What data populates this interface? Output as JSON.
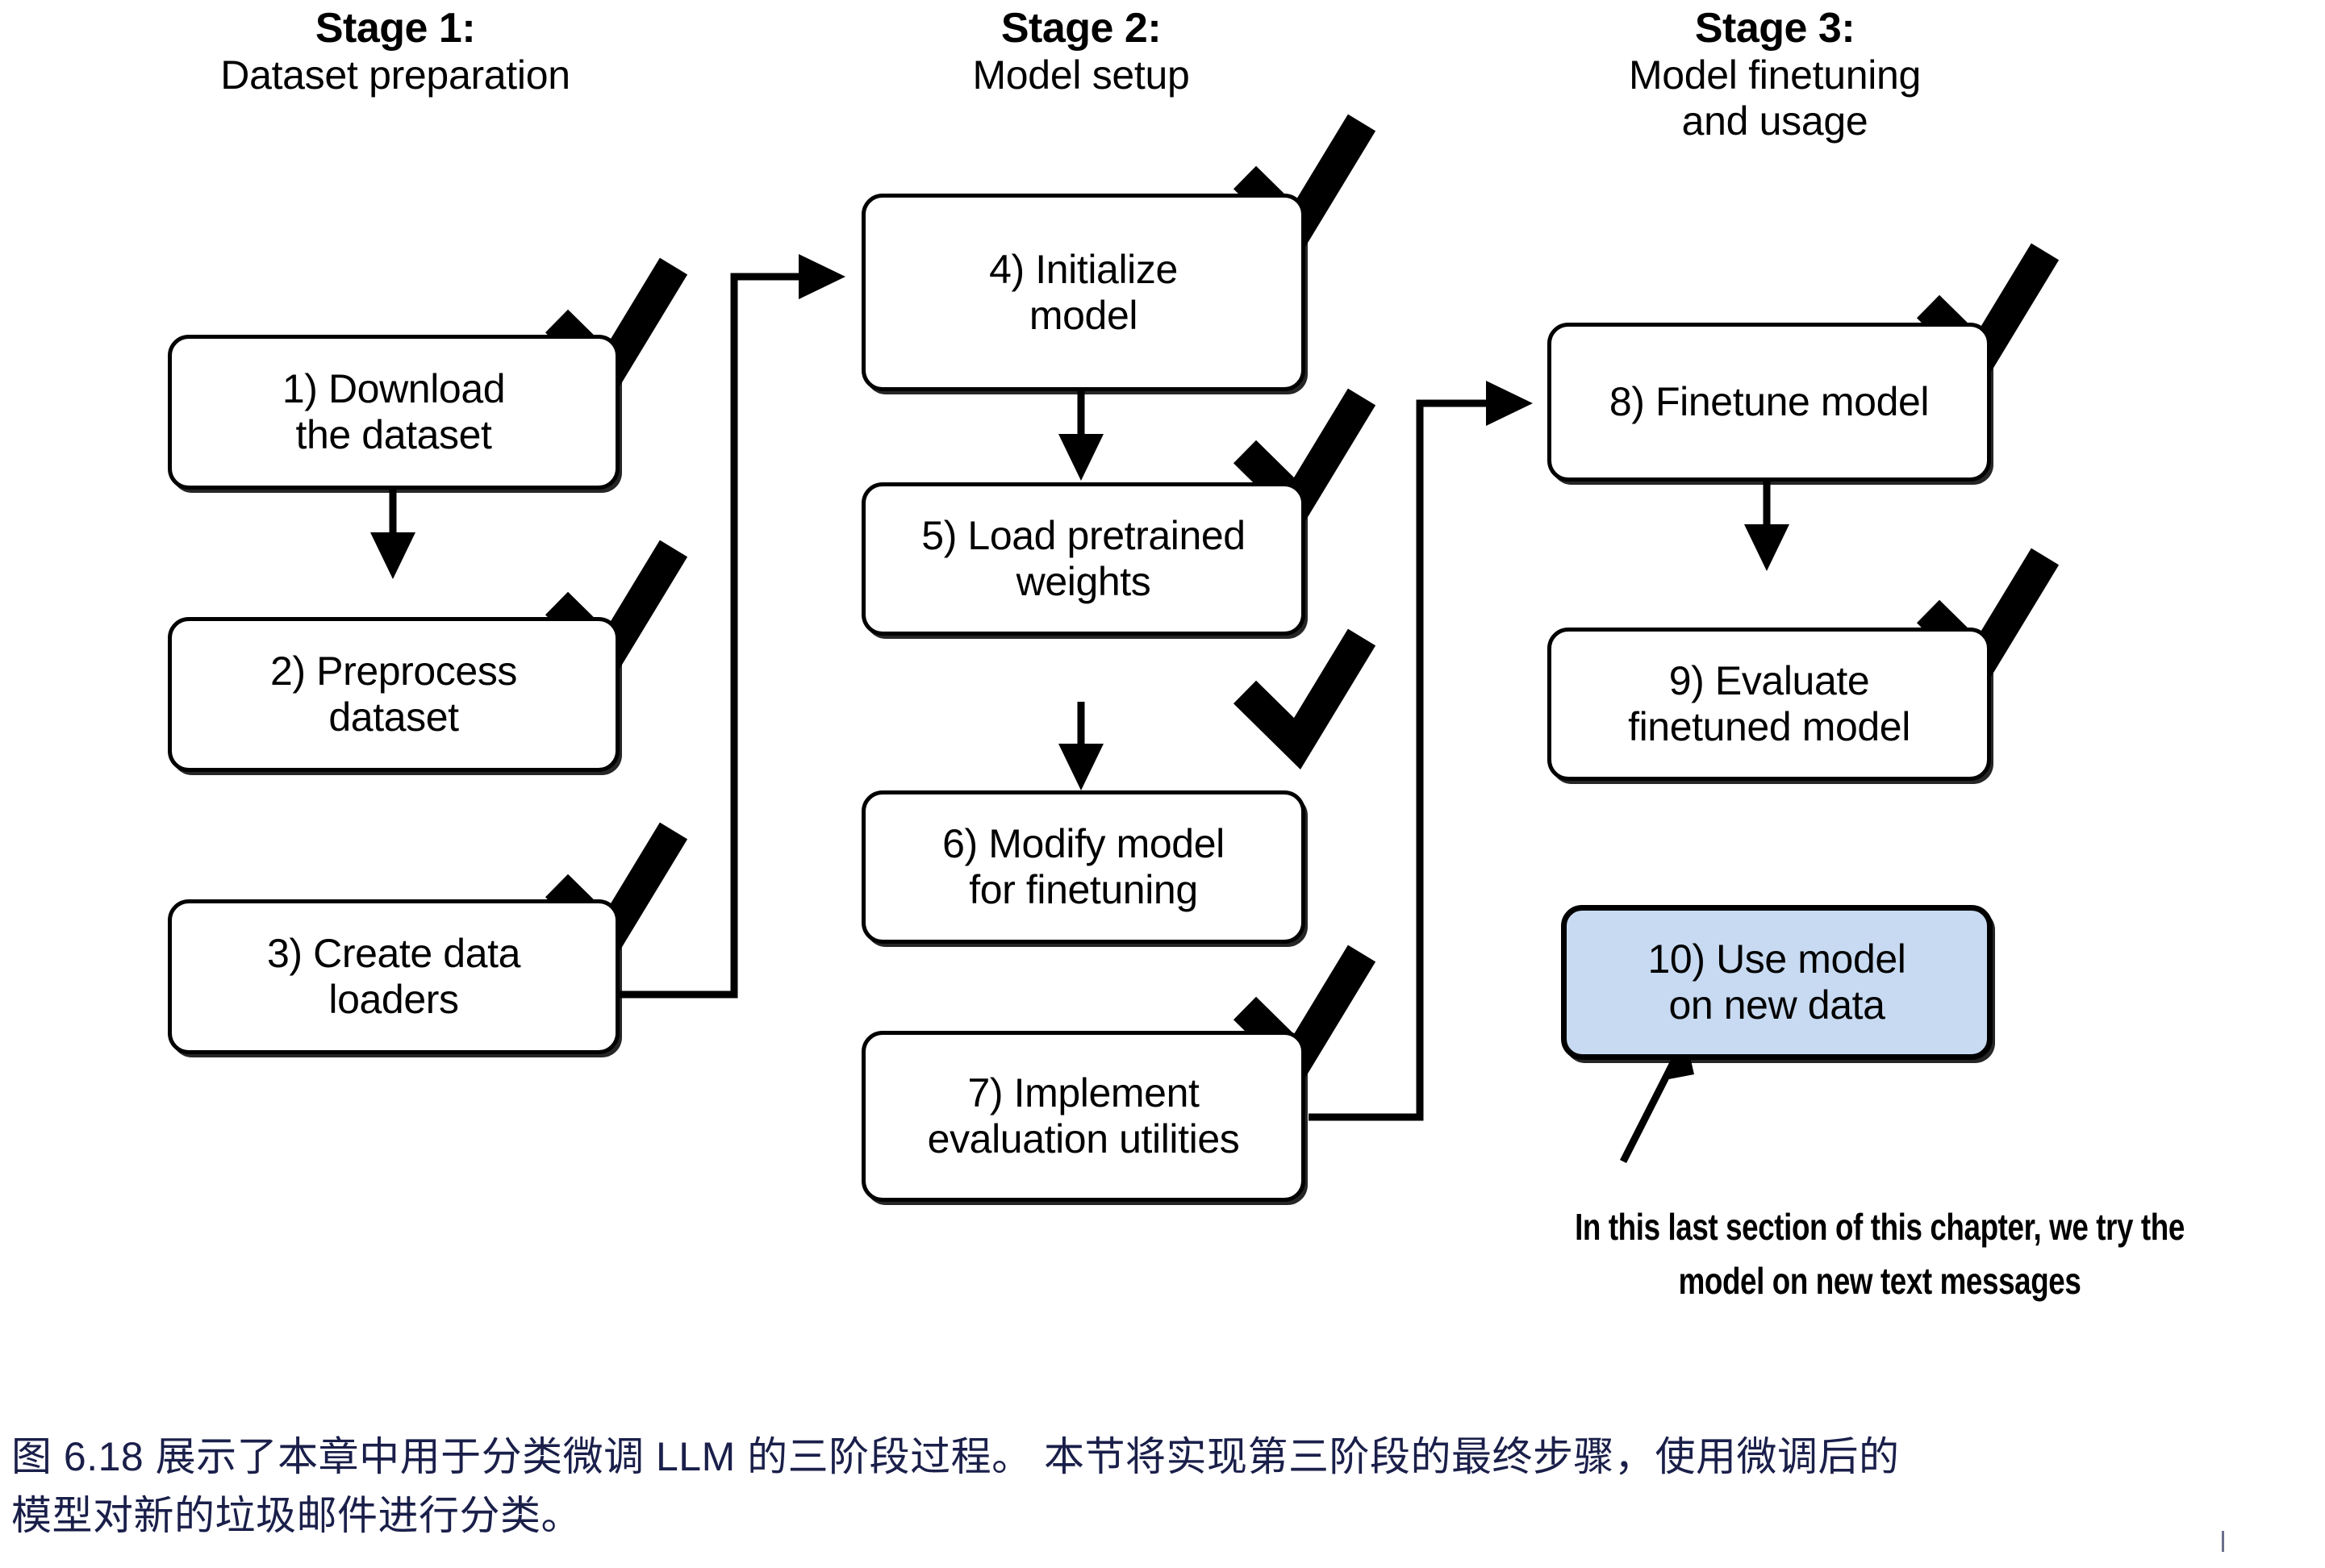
{
  "figure": {
    "stages": [
      {
        "title": "Stage 1:",
        "subtitle": "Dataset preparation"
      },
      {
        "title": "Stage 2:",
        "subtitle": "Model setup"
      },
      {
        "title": "Stage 3:",
        "subtitle_line1": "Model finetuning",
        "subtitle_line2": "and usage"
      }
    ],
    "nodes": [
      {
        "id": "node-1",
        "line1": "1) Download",
        "line2": "the dataset",
        "checked": true,
        "highlight": false
      },
      {
        "id": "node-2",
        "line1": "2) Preprocess",
        "line2": "dataset",
        "checked": true,
        "highlight": false
      },
      {
        "id": "node-3",
        "line1": "3) Create data",
        "line2": "loaders",
        "checked": true,
        "highlight": false
      },
      {
        "id": "node-4",
        "line1": "4) Initialize",
        "line2": "model",
        "checked": true,
        "highlight": false
      },
      {
        "id": "node-5",
        "line1": "5) Load pretrained",
        "line2": "weights",
        "checked": true,
        "highlight": false
      },
      {
        "id": "node-6",
        "line1": "6) Modify model",
        "line2": "for finetuning",
        "checked": true,
        "highlight": false
      },
      {
        "id": "node-7",
        "line1": "7) Implement",
        "line2": "evaluation utilities",
        "checked": true,
        "highlight": false
      },
      {
        "id": "node-8",
        "line1": "8) Finetune model",
        "line2": "",
        "checked": true,
        "highlight": false
      },
      {
        "id": "node-9",
        "line1": "9) Evaluate",
        "line2": "finetuned model",
        "checked": true,
        "highlight": false
      },
      {
        "id": "node-10",
        "line1": "10) Use model",
        "line2": "on new data",
        "checked": false,
        "highlight": true
      }
    ],
    "annotation": {
      "line1": "In this last section of this chapter, we try the",
      "line2": "model on new text messages"
    },
    "colors": {
      "highlight_fill": "#c7daf1",
      "stroke": "#000000",
      "caption_text": "#1a1f4a"
    }
  },
  "caption": {
    "line1": "图 6.18 展示了本章中用于分类微调 LLM 的三阶段过程。 本节将实现第三阶段的最终步骤，使用微调后的",
    "line2": "模型对新的垃圾邮件进行分类。"
  }
}
